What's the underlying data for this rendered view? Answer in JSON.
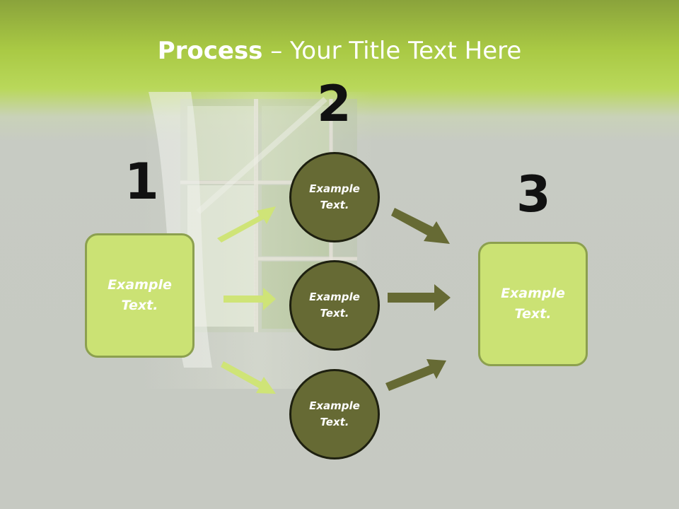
{
  "slide": {
    "title_bold": "Process",
    "title_rest": " – Your Title Text Here",
    "step_numbers": [
      "1",
      "2",
      "3"
    ],
    "left_box": {
      "line1": "Example",
      "line2": "Text."
    },
    "right_box": {
      "line1": "Example",
      "line2": "Text."
    },
    "circles": [
      {
        "line1": "Example",
        "line2": "Text."
      },
      {
        "line1": "Example",
        "line2": "Text."
      },
      {
        "line1": "Example",
        "line2": "Text."
      }
    ],
    "colors": {
      "header_green": "#a9c944",
      "box_fill": "#cbe274",
      "box_border": "#8ca04f",
      "circle_fill": "#666a34",
      "light_arrow": "#cfe477",
      "dark_arrow": "#666a34"
    }
  }
}
